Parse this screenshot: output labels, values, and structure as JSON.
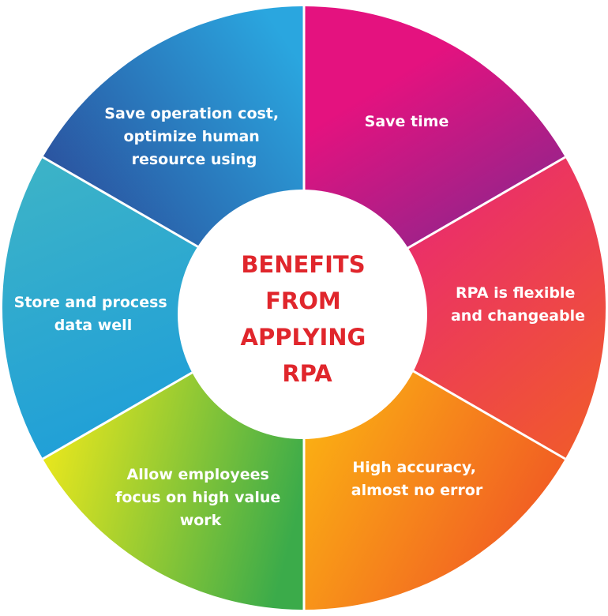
{
  "center": {
    "lines": [
      "BENEFITS",
      "FROM",
      "APPLYING",
      "RPA"
    ],
    "color": "#e0262c"
  },
  "segments": [
    {
      "lines": [
        "Save time"
      ],
      "colors": [
        "#e4127f",
        "#7a2a8f"
      ]
    },
    {
      "lines": [
        "RPA is flexible",
        "and changeable"
      ],
      "colors": [
        "#e8207e",
        "#f15b2a"
      ]
    },
    {
      "lines": [
        "High accuracy,",
        "almost no error"
      ],
      "colors": [
        "#fdc20f",
        "#f15a24"
      ]
    },
    {
      "lines": [
        "Allow employees",
        "focus on high value",
        "work"
      ],
      "colors": [
        "#f2ea1b",
        "#3bab4a"
      ]
    },
    {
      "lines": [
        "Store and process",
        "data well"
      ],
      "colors": [
        "#3eb4c6",
        "#1e9ed9"
      ]
    },
    {
      "lines": [
        "Save operation cost,",
        "optimize human",
        "resource using"
      ],
      "colors": [
        "#2b3a8c",
        "#2aa6df"
      ]
    }
  ]
}
